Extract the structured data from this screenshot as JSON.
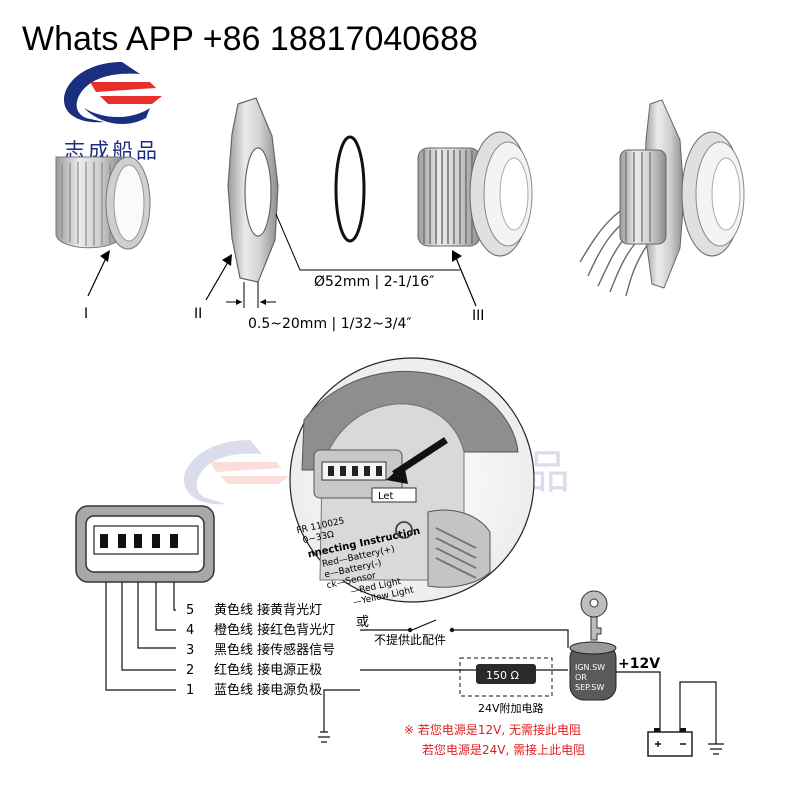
{
  "header": {
    "contact": "Whats APP +86 18817040688"
  },
  "brand": {
    "name": "志成船品",
    "watermark_suffix": "船品",
    "colors": {
      "red": "#e8302a",
      "navy": "#1b2f80"
    }
  },
  "install": {
    "part_labels": [
      "I",
      "II",
      "III"
    ],
    "diameter": "Ø52mm | 2-1/16″",
    "thickness": "0.5~20mm | 1/32~3/4″"
  },
  "gauge_closeup": {
    "model": "FR 110025",
    "resistance": "0~33Ω",
    "title": "nnecting Instruction",
    "lines": [
      "Red—Battery(+)",
      "e—Battery(-)",
      "ck—Sensor",
      "—Red Light",
      "—Yellow Light"
    ],
    "tag": "Let"
  },
  "wiring": {
    "wires": [
      {
        "num": "5",
        "label": "黄色线  接黄背光灯"
      },
      {
        "num": "4",
        "label": "橙色线  接红色背光灯"
      },
      {
        "num": "3",
        "label": "黑色线  接传感器信号"
      },
      {
        "num": "2",
        "label": "红色线  接电源正极"
      },
      {
        "num": "1",
        "label": "蓝色线  接电源负极"
      }
    ],
    "or_text": "或",
    "not_supplied": "不提供此配件",
    "resistor": "150 Ω",
    "circuit_24v": "24V附加电路",
    "switch_lines": [
      "IGN.SW",
      "OR",
      "SEP.SW"
    ],
    "voltage": "+12V",
    "note_1": "※ 若您电源是12V, 无需接此电阻",
    "note_2": "若您电源是24V, 需接上此电阻",
    "note_color": "#e02020"
  }
}
